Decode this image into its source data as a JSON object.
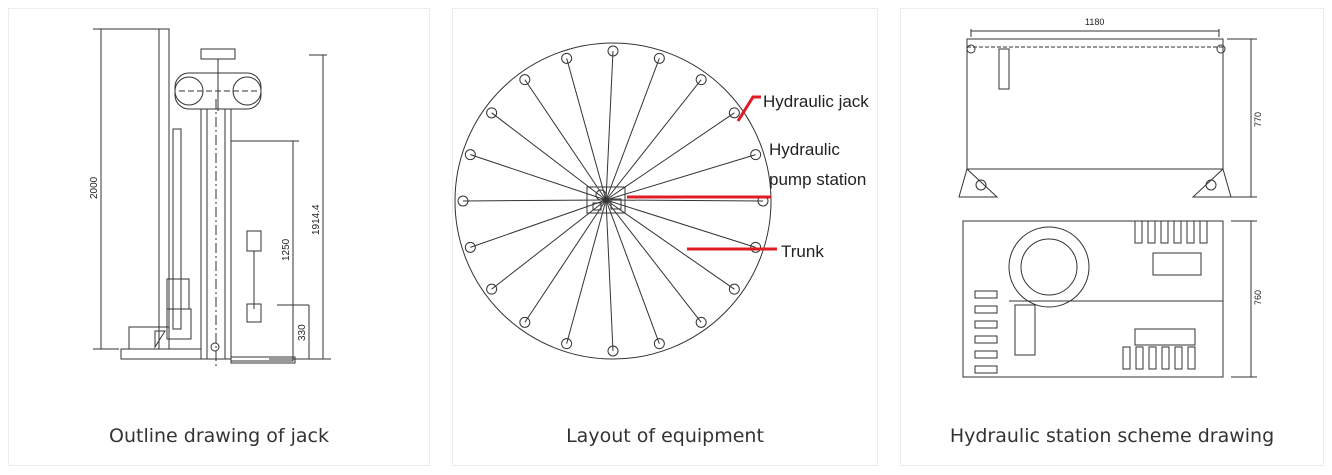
{
  "cards": [
    {
      "caption": "Outline drawing of jack",
      "dims": {
        "total": "2000",
        "height": "1914.4",
        "mid": "1250",
        "low": "330"
      }
    },
    {
      "caption": "Layout of equipment",
      "labels": {
        "jack": "Hydraulic jack",
        "pump_line1": "Hydraulic",
        "pump_line2": "pump station",
        "trunk": "Trunk"
      },
      "colors": {
        "leader": "#e01b24"
      }
    },
    {
      "caption": "Hydraulic station scheme drawing",
      "dims": {
        "width": "1180",
        "height_top": "770",
        "height_bottom": "760"
      }
    }
  ]
}
